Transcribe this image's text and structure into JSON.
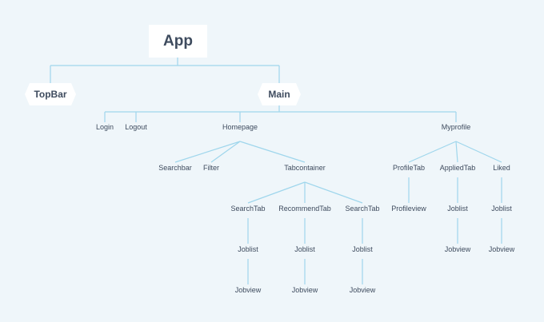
{
  "nodes": {
    "app": "App",
    "topbar": "TopBar",
    "main": "Main",
    "login": "Login",
    "logout": "Logout",
    "homepage": "Homepage",
    "myprofile": "Myprofile",
    "searchbar": "Searchbar",
    "filter": "Filter",
    "tabcontainer": "Tabcontainer",
    "profiletab": "ProfileTab",
    "appliedtab": "AppliedTab",
    "liked": "Liked",
    "searchtab1": "SearchTab",
    "recommendtab": "RecommendTab",
    "searchtab2": "SearchTab",
    "profileview": "Profileview",
    "joblist_applied": "Joblist",
    "joblist_liked": "Joblist",
    "joblist_1": "Joblist",
    "joblist_2": "Joblist",
    "joblist_3": "Joblist",
    "jobview_applied": "Jobview",
    "jobview_liked": "Jobview",
    "jobview_1": "Jobview",
    "jobview_2": "Jobview",
    "jobview_3": "Jobview"
  },
  "colors": {
    "background": "#eff6fa",
    "connector": "#9fd6ec",
    "text": "#3e4b5e",
    "box": "#ffffff"
  }
}
